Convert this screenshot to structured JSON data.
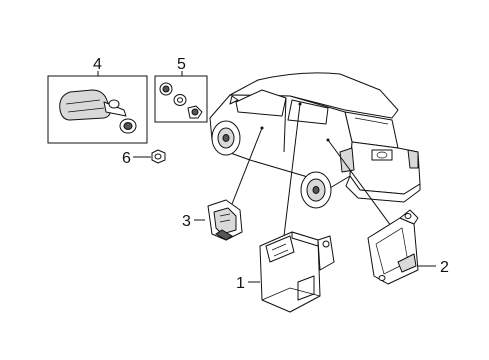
{
  "callouts": {
    "c1": "1",
    "c2": "2",
    "c3": "3",
    "c4": "4",
    "c5": "5",
    "c6": "6"
  },
  "colors": {
    "line": "#111111",
    "shade": "#d9d9d9",
    "background": "#ffffff"
  }
}
